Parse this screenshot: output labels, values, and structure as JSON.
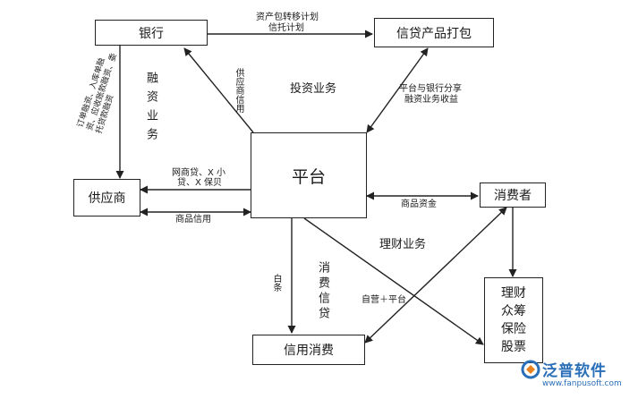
{
  "nodes": {
    "bank": "银行",
    "credit_pack": "信贷产品打包",
    "platform": "平台",
    "supplier": "供应商",
    "consumer": "消费者",
    "credit_consume": "信用消费",
    "wealth": [
      "理财",
      "众筹",
      "保险",
      "股票"
    ]
  },
  "labels": {
    "asset_transfer_1": "资产包转移计划",
    "asset_transfer_2": "信托计划",
    "finance_business": "融资业务",
    "supply_chain_credit": "供应商信用",
    "investment_business": "投资业务",
    "revenue_share_1": "平台与银行分享",
    "revenue_share_2": "融资业务收益",
    "bank_to_supplier_1": "订单融资、入库单融",
    "bank_to_supplier_2": "资、应收账款融资、委",
    "bank_to_supplier_3": "托贷款融资",
    "platform_to_supplier_1": "网商贷、X 小",
    "platform_to_supplier_2": "贷、X 保贝",
    "goods_credit": "商品信用",
    "goods_funds": "商品资金",
    "wealth_business": "理财业务",
    "white_bar": "白条",
    "consumer_credit": "消费信贷",
    "self_plus_platform": "自营＋平台"
  },
  "watermark": {
    "name": "泛普软件",
    "url": "www.fanpusoft.com"
  },
  "colors": {
    "line": "#222222",
    "watermark_blue": "#2a6fb8",
    "watermark_orange": "#e8821e"
  }
}
